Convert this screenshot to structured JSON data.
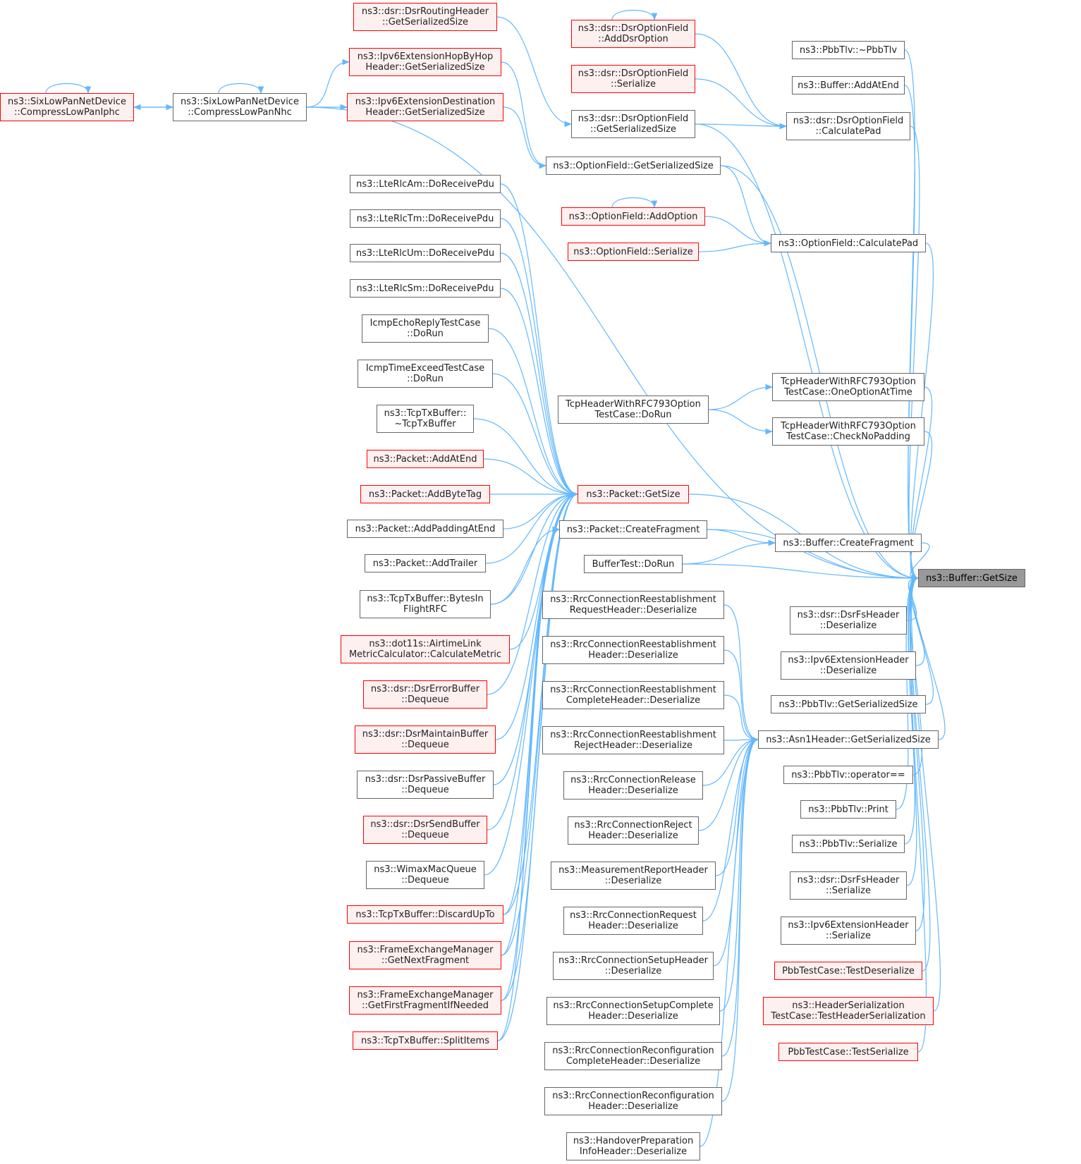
{
  "diagram": {
    "colors": {
      "edge": "#63b8ff",
      "node_border": "#666666",
      "missing_border": "#ff0000",
      "missing_fill": "#fff0f0",
      "current_fill": "#999999"
    },
    "nodes": [
      {
        "id": "target",
        "lines": [
          "ns3::Buffer::GetSize"
        ],
        "style": "current"
      },
      {
        "id": "r1",
        "lines": [
          "ns3::PbbTlv::~PbbTlv"
        ],
        "style": "normal"
      },
      {
        "id": "r2",
        "lines": [
          "ns3::Buffer::AddAtEnd"
        ],
        "style": "normal"
      },
      {
        "id": "r3",
        "lines": [
          "ns3::dsr::DsrOptionField",
          "::CalculatePad"
        ],
        "style": "normal"
      },
      {
        "id": "r4",
        "lines": [
          "ns3::OptionField::CalculatePad"
        ],
        "style": "normal"
      },
      {
        "id": "r5",
        "lines": [
          "TcpHeaderWithRFC793Option",
          "TestCase::OneOptionAtTime"
        ],
        "style": "normal"
      },
      {
        "id": "r6",
        "lines": [
          "TcpHeaderWithRFC793Option",
          "TestCase::CheckNoPadding"
        ],
        "style": "normal"
      },
      {
        "id": "r7",
        "lines": [
          "ns3::Buffer::CreateFragment"
        ],
        "style": "normal"
      },
      {
        "id": "r8",
        "lines": [
          "ns3::dsr::DsrFsHeader",
          "::Deserialize"
        ],
        "style": "normal"
      },
      {
        "id": "r9",
        "lines": [
          "ns3::Ipv6ExtensionHeader",
          "::Deserialize"
        ],
        "style": "normal"
      },
      {
        "id": "r10",
        "lines": [
          "ns3::PbbTlv::GetSerializedSize"
        ],
        "style": "normal"
      },
      {
        "id": "r11",
        "lines": [
          "ns3::Asn1Header::GetSerializedSize"
        ],
        "style": "normal"
      },
      {
        "id": "r12",
        "lines": [
          "ns3::PbbTlv::operator=="
        ],
        "style": "normal"
      },
      {
        "id": "r13",
        "lines": [
          "ns3::PbbTlv::Print"
        ],
        "style": "normal"
      },
      {
        "id": "r14",
        "lines": [
          "ns3::PbbTlv::Serialize"
        ],
        "style": "normal"
      },
      {
        "id": "r15",
        "lines": [
          "ns3::dsr::DsrFsHeader",
          "::Serialize"
        ],
        "style": "normal"
      },
      {
        "id": "r16",
        "lines": [
          "ns3::Ipv6ExtensionHeader",
          "::Serialize"
        ],
        "style": "normal"
      },
      {
        "id": "r17",
        "lines": [
          "PbbTestCase::TestDeserialize"
        ],
        "style": "red"
      },
      {
        "id": "r18",
        "lines": [
          "ns3::HeaderSerialization",
          "TestCase::TestHeaderSerialization"
        ],
        "style": "red"
      },
      {
        "id": "r19",
        "lines": [
          "PbbTestCase::TestSerialize"
        ],
        "style": "red"
      },
      {
        "id": "m1",
        "lines": [
          "ns3::dsr::DsrOptionField",
          "::AddDsrOption"
        ],
        "style": "red"
      },
      {
        "id": "m2",
        "lines": [
          "ns3::dsr::DsrOptionField",
          "::Serialize"
        ],
        "style": "red"
      },
      {
        "id": "m3",
        "lines": [
          "ns3::dsr::DsrOptionField",
          "::GetSerializedSize"
        ],
        "style": "normal"
      },
      {
        "id": "m4",
        "lines": [
          "ns3::OptionField::GetSerializedSize"
        ],
        "style": "normal"
      },
      {
        "id": "m5",
        "lines": [
          "ns3::OptionField::AddOption"
        ],
        "style": "red"
      },
      {
        "id": "m6",
        "lines": [
          "ns3::OptionField::Serialize"
        ],
        "style": "red"
      },
      {
        "id": "m7",
        "lines": [
          "TcpHeaderWithRFC793Option",
          "TestCase::DoRun"
        ],
        "style": "normal"
      },
      {
        "id": "m8",
        "lines": [
          "ns3::Packet::GetSize"
        ],
        "style": "red"
      },
      {
        "id": "m9",
        "lines": [
          "ns3::Packet::CreateFragment"
        ],
        "style": "normal"
      },
      {
        "id": "m10",
        "lines": [
          "BufferTest::DoRun"
        ],
        "style": "normal"
      },
      {
        "id": "m11",
        "lines": [
          "ns3::RrcConnectionReestablishment",
          "RequestHeader::Deserialize"
        ],
        "style": "normal"
      },
      {
        "id": "m12",
        "lines": [
          "ns3::RrcConnectionReestablishment",
          "Header::Deserialize"
        ],
        "style": "normal"
      },
      {
        "id": "m13",
        "lines": [
          "ns3::RrcConnectionReestablishment",
          "CompleteHeader::Deserialize"
        ],
        "style": "normal"
      },
      {
        "id": "m14",
        "lines": [
          "ns3::RrcConnectionReestablishment",
          "RejectHeader::Deserialize"
        ],
        "style": "normal"
      },
      {
        "id": "m15",
        "lines": [
          "ns3::RrcConnectionRelease",
          "Header::Deserialize"
        ],
        "style": "normal"
      },
      {
        "id": "m16",
        "lines": [
          "ns3::RrcConnectionReject",
          "Header::Deserialize"
        ],
        "style": "normal"
      },
      {
        "id": "m17",
        "lines": [
          "ns3::MeasurementReportHeader",
          "::Deserialize"
        ],
        "style": "normal"
      },
      {
        "id": "m18",
        "lines": [
          "ns3::RrcConnectionRequest",
          "Header::Deserialize"
        ],
        "style": "normal"
      },
      {
        "id": "m19",
        "lines": [
          "ns3::RrcConnectionSetupHeader",
          "::Deserialize"
        ],
        "style": "normal"
      },
      {
        "id": "m20",
        "lines": [
          "ns3::RrcConnectionSetupComplete",
          "Header::Deserialize"
        ],
        "style": "normal"
      },
      {
        "id": "m21",
        "lines": [
          "ns3::RrcConnectionReconfiguration",
          "CompleteHeader::Deserialize"
        ],
        "style": "normal"
      },
      {
        "id": "m22",
        "lines": [
          "ns3::RrcConnectionReconfiguration",
          "Header::Deserialize"
        ],
        "style": "normal"
      },
      {
        "id": "m23",
        "lines": [
          "ns3::HandoverPreparation",
          "InfoHeader::Deserialize"
        ],
        "style": "normal"
      },
      {
        "id": "l1",
        "lines": [
          "ns3::dsr::DsrRoutingHeader",
          "::GetSerializedSize"
        ],
        "style": "red"
      },
      {
        "id": "l2",
        "lines": [
          "ns3::Ipv6ExtensionHopByHop",
          "Header::GetSerializedSize"
        ],
        "style": "red"
      },
      {
        "id": "l3",
        "lines": [
          "ns3::Ipv6ExtensionDestination",
          "Header::GetSerializedSize"
        ],
        "style": "red"
      },
      {
        "id": "l4",
        "lines": [
          "ns3::LteRlcAm::DoReceivePdu"
        ],
        "style": "normal"
      },
      {
        "id": "l5",
        "lines": [
          "ns3::LteRlcTm::DoReceivePdu"
        ],
        "style": "normal"
      },
      {
        "id": "l6",
        "lines": [
          "ns3::LteRlcUm::DoReceivePdu"
        ],
        "style": "normal"
      },
      {
        "id": "l7",
        "lines": [
          "ns3::LteRlcSm::DoReceivePdu"
        ],
        "style": "normal"
      },
      {
        "id": "l8",
        "lines": [
          "IcmpEchoReplyTestCase",
          "::DoRun"
        ],
        "style": "normal"
      },
      {
        "id": "l9",
        "lines": [
          "IcmpTimeExceedTestCase",
          "::DoRun"
        ],
        "style": "normal"
      },
      {
        "id": "l10",
        "lines": [
          "ns3::TcpTxBuffer::",
          "~TcpTxBuffer"
        ],
        "style": "normal"
      },
      {
        "id": "l11",
        "lines": [
          "ns3::Packet::AddAtEnd"
        ],
        "style": "red"
      },
      {
        "id": "l12",
        "lines": [
          "ns3::Packet::AddByteTag"
        ],
        "style": "red"
      },
      {
        "id": "l13",
        "lines": [
          "ns3::Packet::AddPaddingAtEnd"
        ],
        "style": "normal"
      },
      {
        "id": "l14",
        "lines": [
          "ns3::Packet::AddTrailer"
        ],
        "style": "normal"
      },
      {
        "id": "l15",
        "lines": [
          "ns3::TcpTxBuffer::BytesIn",
          "FlightRFC"
        ],
        "style": "normal"
      },
      {
        "id": "l16",
        "lines": [
          "ns3::dot11s::AirtimeLink",
          "MetricCalculator::CalculateMetric"
        ],
        "style": "red"
      },
      {
        "id": "l17",
        "lines": [
          "ns3::dsr::DsrErrorBuffer",
          "::Dequeue"
        ],
        "style": "red"
      },
      {
        "id": "l18",
        "lines": [
          "ns3::dsr::DsrMaintainBuffer",
          "::Dequeue"
        ],
        "style": "red"
      },
      {
        "id": "l19",
        "lines": [
          "ns3::dsr::DsrPassiveBuffer",
          "::Dequeue"
        ],
        "style": "normal"
      },
      {
        "id": "l20",
        "lines": [
          "ns3::dsr::DsrSendBuffer",
          "::Dequeue"
        ],
        "style": "red"
      },
      {
        "id": "l21",
        "lines": [
          "ns3::WimaxMacQueue",
          "::Dequeue"
        ],
        "style": "normal"
      },
      {
        "id": "l22",
        "lines": [
          "ns3::TcpTxBuffer::DiscardUpTo"
        ],
        "style": "red"
      },
      {
        "id": "l23",
        "lines": [
          "ns3::FrameExchangeManager",
          "::GetNextFragment"
        ],
        "style": "red"
      },
      {
        "id": "l24",
        "lines": [
          "ns3::FrameExchangeManager",
          "::GetFirstFragmentIfNeeded"
        ],
        "style": "red"
      },
      {
        "id": "l25",
        "lines": [
          "ns3::TcpTxBuffer::SplitItems"
        ],
        "style": "red"
      },
      {
        "id": "s1",
        "lines": [
          "ns3::SixLowPanNetDevice",
          "::CompressLowPanNhc"
        ],
        "style": "normal"
      },
      {
        "id": "s2",
        "lines": [
          "ns3::SixLowPanNetDevice",
          "::CompressLowPanIphc"
        ],
        "style": "red"
      }
    ],
    "edges": [
      [
        "r1",
        "target"
      ],
      [
        "r2",
        "target"
      ],
      [
        "r3",
        "target"
      ],
      [
        "r4",
        "target"
      ],
      [
        "r5",
        "target"
      ],
      [
        "r6",
        "target"
      ],
      [
        "r7",
        "target"
      ],
      [
        "r8",
        "target"
      ],
      [
        "r9",
        "target"
      ],
      [
        "r10",
        "target"
      ],
      [
        "r11",
        "target"
      ],
      [
        "r12",
        "target"
      ],
      [
        "r13",
        "target"
      ],
      [
        "r14",
        "target"
      ],
      [
        "r15",
        "target"
      ],
      [
        "r16",
        "target"
      ],
      [
        "r17",
        "target"
      ],
      [
        "r18",
        "target"
      ],
      [
        "r19",
        "target"
      ],
      [
        "m3",
        "target"
      ],
      [
        "m4",
        "target"
      ],
      [
        "m8",
        "target"
      ],
      [
        "m9",
        "target"
      ],
      [
        "m10",
        "target"
      ],
      [
        "s1",
        "target"
      ],
      [
        "m1",
        "r3"
      ],
      [
        "m2",
        "r3"
      ],
      [
        "m3",
        "r3"
      ],
      [
        "m1",
        "m1"
      ],
      [
        "m5",
        "r4"
      ],
      [
        "m6",
        "r4"
      ],
      [
        "m4",
        "r4"
      ],
      [
        "m5",
        "m5"
      ],
      [
        "m7",
        "r5"
      ],
      [
        "m7",
        "r6"
      ],
      [
        "m9",
        "r7"
      ],
      [
        "m10",
        "r7"
      ],
      [
        "m11",
        "r11"
      ],
      [
        "m12",
        "r11"
      ],
      [
        "m13",
        "r11"
      ],
      [
        "m14",
        "r11"
      ],
      [
        "m15",
        "r11"
      ],
      [
        "m16",
        "r11"
      ],
      [
        "m17",
        "r11"
      ],
      [
        "m18",
        "r11"
      ],
      [
        "m19",
        "r11"
      ],
      [
        "m20",
        "r11"
      ],
      [
        "m21",
        "r11"
      ],
      [
        "m22",
        "r11"
      ],
      [
        "m23",
        "r11"
      ],
      [
        "l1",
        "m3"
      ],
      [
        "l2",
        "m4"
      ],
      [
        "l3",
        "m4"
      ],
      [
        "l4",
        "m8"
      ],
      [
        "l5",
        "m8"
      ],
      [
        "l6",
        "m8"
      ],
      [
        "l7",
        "m8"
      ],
      [
        "l8",
        "m8"
      ],
      [
        "l9",
        "m8"
      ],
      [
        "l10",
        "m8"
      ],
      [
        "l11",
        "m8"
      ],
      [
        "l12",
        "m8"
      ],
      [
        "l13",
        "m8"
      ],
      [
        "l14",
        "m8"
      ],
      [
        "l15",
        "m8"
      ],
      [
        "l16",
        "m8"
      ],
      [
        "l17",
        "m8"
      ],
      [
        "l18",
        "m8"
      ],
      [
        "l19",
        "m8"
      ],
      [
        "l20",
        "m8"
      ],
      [
        "l21",
        "m8"
      ],
      [
        "l22",
        "m8"
      ],
      [
        "l23",
        "m8"
      ],
      [
        "l24",
        "m8"
      ],
      [
        "l25",
        "m8"
      ],
      [
        "l15",
        "m9"
      ],
      [
        "l22",
        "m9"
      ],
      [
        "l23",
        "m9"
      ],
      [
        "l24",
        "m9"
      ],
      [
        "l25",
        "m9"
      ],
      [
        "s1",
        "l2"
      ],
      [
        "s1",
        "l3"
      ],
      [
        "s1",
        "s2"
      ],
      [
        "s2",
        "s1"
      ],
      [
        "s1",
        "s1"
      ],
      [
        "s2",
        "s2"
      ]
    ]
  }
}
